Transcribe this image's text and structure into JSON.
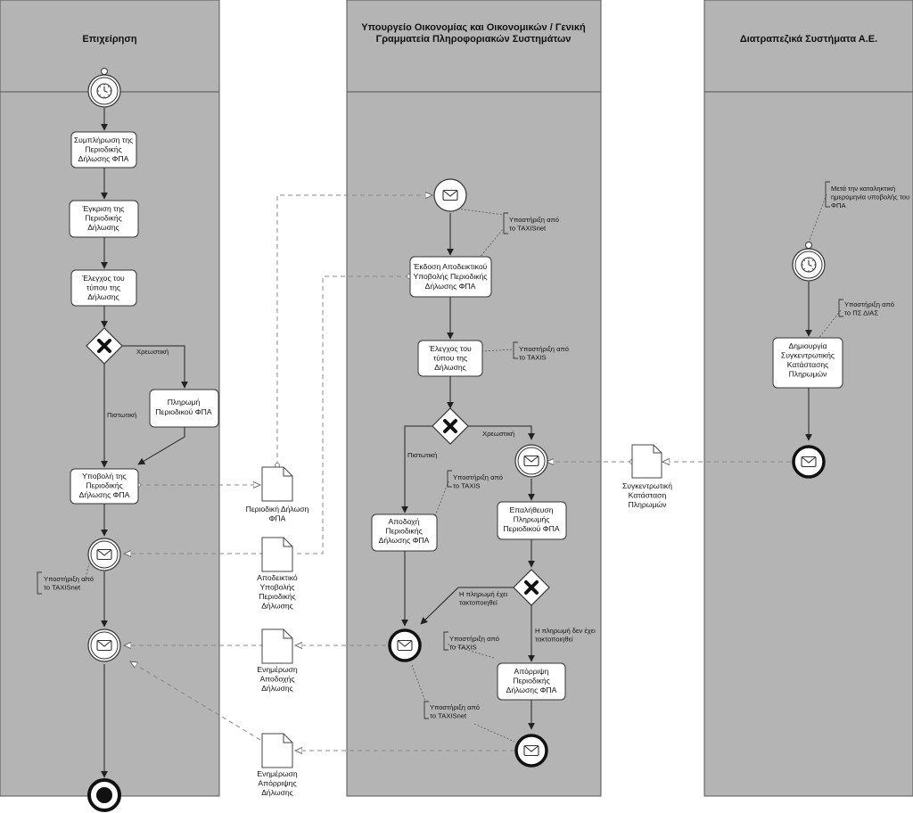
{
  "lanes": [
    {
      "title": [
        "Επιχείρηση"
      ]
    },
    {
      "title": [
        "Υπουργείο Οικονομίας και Οικονομικών / Γενική",
        "Γραμματεία Πληροφοριακών Συστημάτων"
      ]
    },
    {
      "title": [
        "Διατραπεζικά Συστήματα Α.Ε."
      ]
    }
  ],
  "tasks": {
    "t1": [
      "Συμπλήρωση της",
      "Περιοδικής",
      "Δήλωσης ΦΠΑ"
    ],
    "t2": [
      "Έγκριση της",
      "Περιοδικής",
      "Δήλωσης"
    ],
    "t3": [
      "Έλεγχος του",
      "τύπου της",
      "Δήλωσης"
    ],
    "t4": [
      "Πληρωμή",
      "Περιοδικού ΦΠΑ"
    ],
    "t5": [
      "Υποβολή της",
      "Περιοδικής",
      "Δήλωσης ΦΠΑ"
    ],
    "t6": [
      "Έκδοση Αποδεικτικού",
      "Υποβολής Περιοδικής",
      "Δήλωσης ΦΠΑ"
    ],
    "t7": [
      "Έλεγχος του",
      "τύπου της",
      "Δήλωσης"
    ],
    "t8": [
      "Αποδοχή",
      "Περιοδικής",
      "Δήλωσης ΦΠΑ"
    ],
    "t9": [
      "Επαλήθευση",
      "Πληρωμής",
      "Περιοδικού ΦΠΑ"
    ],
    "t10": [
      "Απόρριψη",
      "Περιοδικής",
      "Δήλωσης ΦΠΑ"
    ],
    "t11": [
      "Δημιουργία",
      "Συγκεντρωτικής",
      "Κατάστασης",
      "Πληρωμών"
    ]
  },
  "documents": {
    "d1": [
      "Περιοδική Δήλωση",
      "ΦΠΑ"
    ],
    "d2": [
      "Αποδεικτικό",
      "Υποβολής",
      "Περιοδικής",
      "Δήλωσης"
    ],
    "d3": [
      "Ενημέρωση",
      "Αποδοχής",
      "Δήλωσης"
    ],
    "d4": [
      "Ενημέρωση",
      "Απόρριψης",
      "Δήλωσης"
    ],
    "d5": [
      "Συγκεντρωτική",
      "Κατάσταση",
      "Πληρωμών"
    ]
  },
  "annotations": {
    "a1": [
      "Υποστήριξη από",
      "το TAXISnet"
    ],
    "a2": [
      "Υποστήριξη από",
      "το TAXIS"
    ],
    "a3": [
      "Υποστήριξη από",
      "το TAXIS"
    ],
    "a4": [
      "Υποστήριξη από",
      "το TAXIS"
    ],
    "a5": [
      "Υποστήριξη από",
      "το TAXISnet"
    ],
    "a6": [
      "Υποστήριξη από",
      "το TAXISnet"
    ],
    "a7": [
      "Μετά την καταληκτική",
      "ημερομηνία υποβολής του",
      "ΦΠΑ"
    ],
    "a8": [
      "Υποστήριξη από",
      "το ΠΣ ΔΙΑΣ"
    ]
  },
  "flow_labels": {
    "f1": [
      "Χρεωστική"
    ],
    "f2": [
      "Πιστωτική"
    ],
    "f3": [
      "Χρεωστική"
    ],
    "f4": [
      "Πιστωτική"
    ],
    "f5": [
      "Η πληρωμή έχει",
      "τακτοποιηθεί"
    ],
    "f6": [
      "Η πληρωμή δεν έχει",
      "τακτοποιηθεί"
    ]
  }
}
